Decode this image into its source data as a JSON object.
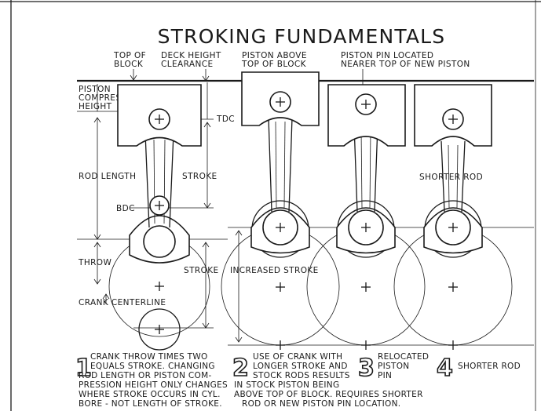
{
  "title": "STROKING FUNDAMENTALS",
  "labels": {
    "top_of_block_1": "TOP OF",
    "top_of_block_2": "BLOCK",
    "deck_height_1": "DECK HEIGHT",
    "deck_height_2": "CLEARANCE",
    "piston_above_1": "PISTON ABOVE",
    "piston_above_2": "TOP OF BLOCK",
    "pin_located_1": "PISTON PIN LOCATED",
    "pin_located_2": "NEARER TOP OF NEW PISTON",
    "compression_1": "PISTON",
    "compression_2": "COMPRESSION",
    "compression_3": "HEIGHT",
    "tdc": "TDC",
    "rod_length": "ROD LENGTH",
    "stroke_1": "STROKE",
    "bdc": "BDC",
    "throw": "THROW",
    "stroke_2": "STROKE",
    "crank_centerline": "CRANK CENTERLINE",
    "increased_stroke": "INCREASED STROKE",
    "shorter_rod": "SHORTER ROD"
  },
  "captions": {
    "num1": "1",
    "c1_lines": [
      "CRANK THROW TIMES TWO",
      "EQUALS STROKE. CHANGING",
      "ROD LENGTH OR PISTON COM-",
      "PRESSION HEIGHT ONLY CHANGES",
      "WHERE STROKE OCCURS IN CYL.",
      "BORE - NOT LENGTH OF STROKE."
    ],
    "num2": "2",
    "c2_lines": [
      "USE OF CRANK WITH",
      "LONGER STROKE AND",
      "STOCK RODS RESULTS",
      "IN STOCK PISTON BEING",
      "ABOVE TOP OF BLOCK. REQUIRES SHORTER",
      "ROD OR NEW PISTON PIN LOCATION."
    ],
    "num3": "3",
    "c3_lines": [
      "RELOCATED",
      "PISTON",
      "PIN"
    ],
    "num4": "4",
    "c4_lines": [
      "SHORTER ROD"
    ]
  }
}
